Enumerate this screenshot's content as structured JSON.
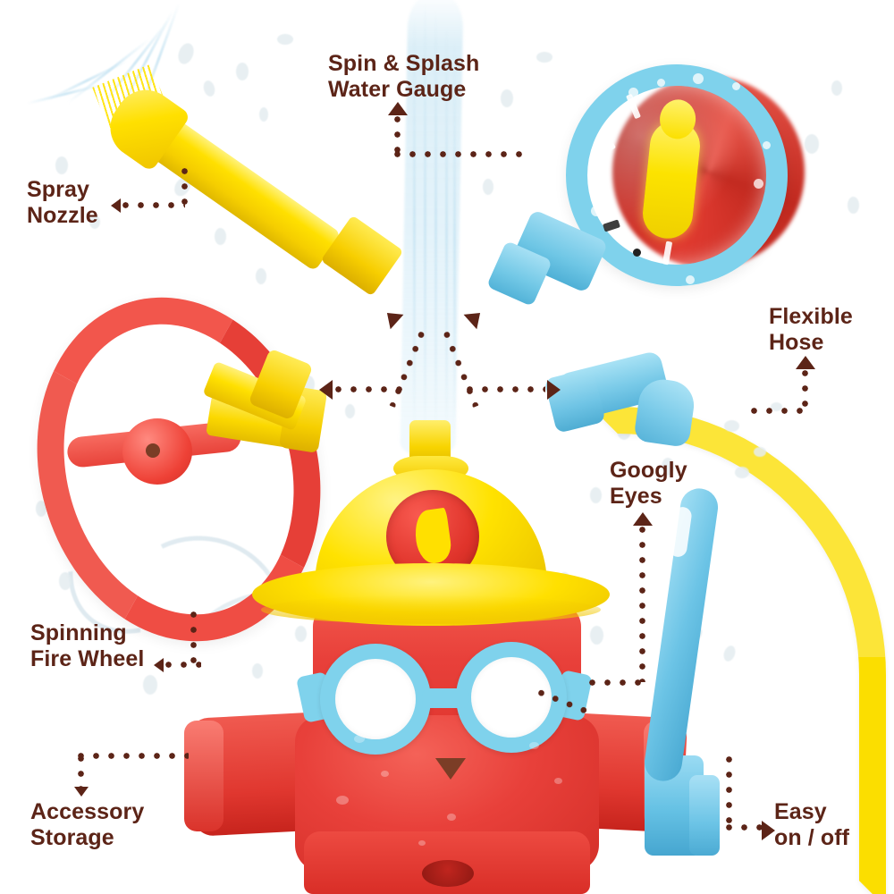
{
  "image": {
    "subject": "Kids fire hydrant water sprinkler toy with labeled accessories",
    "background_color": "#ffffff",
    "label_color": "#5C2417",
    "palette": {
      "red": "#E8403A",
      "yellow": "#FBDE00",
      "blue": "#7FD2EC",
      "water": "#D6ECF6",
      "brown_text": "#5C2417"
    }
  },
  "callouts": [
    {
      "id": "spin-splash-water-gauge",
      "label": "Spin & Splash\nWater Gauge",
      "points_to": "spin-and-splash-water-gauge"
    },
    {
      "id": "spray-nozzle",
      "label": "Spray\nNozzle",
      "points_to": "spray-nozzle-part"
    },
    {
      "id": "flexible-hose",
      "label": "Flexible\nHose",
      "points_to": "flexible-hose-part"
    },
    {
      "id": "googly-eyes",
      "label": "Googly\nEyes",
      "points_to": "googly-eyes-part"
    },
    {
      "id": "spinning-fire-wheel",
      "label": "Spinning\nFire Wheel",
      "points_to": "spinning-fire-wheel-part"
    },
    {
      "id": "accessory-storage",
      "label": "Accessory\nStorage",
      "points_to": "accessory-storage-part"
    },
    {
      "id": "easy-on-off",
      "label": "Easy\non / off",
      "points_to": "on-off-lever-part"
    }
  ],
  "parts": {
    "spray_nozzle": "yellow cone spray nozzle",
    "water_gauge": "blue disc with red spinning blades and yellow pointer",
    "fire_wheel": "red spinning ring wheel with yellow connector",
    "hose": "yellow flexible hose with blue elbow connector",
    "hydrant": "red fire hydrant character with yellow firefighter helmet",
    "helmet_badge": "red circular badge with yellow flame emblem",
    "goggles": "light blue goggles with googly eyes",
    "lever": "light blue on/off lever handle"
  }
}
